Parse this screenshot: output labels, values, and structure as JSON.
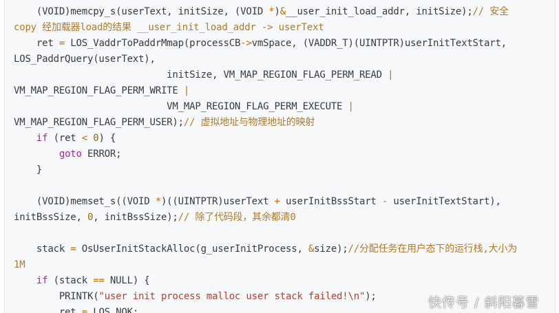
{
  "code": {
    "lines": [
      [
        [
          "    (VOID)memcpy_s(userText, initSize, (VOID ",
          ""
        ],
        [
          "*",
          "op"
        ],
        [
          ")",
          ""
        ],
        [
          "&",
          "op"
        ],
        [
          "__user_init_load_addr, initSize);",
          ""
        ],
        [
          "// 安全",
          "cmt"
        ]
      ],
      [
        [
          "copy 经加载器load的结果 __user_init_load_addr -> userText",
          "cmt"
        ]
      ],
      [
        [
          "    ret ",
          ""
        ],
        [
          "=",
          "op"
        ],
        [
          " LOS_VaddrToPaddrMmap(processCB",
          ""
        ],
        [
          "->",
          "op"
        ],
        [
          "vmSpace, (VADDR_T)(UINTPTR)userInitTextStart,",
          ""
        ]
      ],
      [
        [
          "LOS_PaddrQuery(userText),",
          ""
        ]
      ],
      [
        [
          "                           initSize, VM_MAP_REGION_FLAG_PERM_READ ",
          ""
        ],
        [
          "|",
          "op"
        ]
      ],
      [
        [
          "VM_MAP_REGION_FLAG_PERM_WRITE ",
          ""
        ],
        [
          "|",
          "op"
        ]
      ],
      [
        [
          "                           VM_MAP_REGION_FLAG_PERM_EXECUTE ",
          ""
        ],
        [
          "|",
          "op"
        ]
      ],
      [
        [
          "VM_MAP_REGION_FLAG_PERM_USER);",
          ""
        ],
        [
          "// 虚拟地址与物理地址的映射",
          "cmt"
        ]
      ],
      [
        [
          "    ",
          ""
        ],
        [
          "if",
          "kw"
        ],
        [
          " (ret ",
          ""
        ],
        [
          "<",
          "op"
        ],
        [
          " ",
          ""
        ],
        [
          "0",
          "num"
        ],
        [
          ") {",
          ""
        ]
      ],
      [
        [
          "        ",
          ""
        ],
        [
          "goto",
          "kw"
        ],
        [
          " ERROR;",
          ""
        ]
      ],
      [
        [
          "    }",
          ""
        ]
      ],
      [
        [
          "",
          ""
        ]
      ],
      [
        [
          "    (VOID)memset_s((VOID ",
          ""
        ],
        [
          "*",
          "op"
        ],
        [
          ")((UINTPTR)userText ",
          ""
        ],
        [
          "+",
          "op"
        ],
        [
          " userInitBssStart ",
          ""
        ],
        [
          "-",
          "op"
        ],
        [
          " userInitTextStart),",
          ""
        ]
      ],
      [
        [
          "initBssSize, ",
          ""
        ],
        [
          "0",
          "num"
        ],
        [
          ", initBssSize);",
          ""
        ],
        [
          "// 除了代码段，其余都清0",
          "cmt"
        ]
      ],
      [
        [
          "",
          ""
        ]
      ],
      [
        [
          "    stack ",
          ""
        ],
        [
          "=",
          "op"
        ],
        [
          " OsUserInitStackAlloc(g_userInitProcess, ",
          ""
        ],
        [
          "&",
          "op"
        ],
        [
          "size);",
          ""
        ],
        [
          "//分配任务在用户态下的运行栈,大小为",
          "cmt"
        ]
      ],
      [
        [
          "1M",
          "cmt"
        ]
      ],
      [
        [
          "    ",
          ""
        ],
        [
          "if",
          "kw"
        ],
        [
          " (stack ",
          ""
        ],
        [
          "==",
          "op"
        ],
        [
          " NULL) {",
          ""
        ]
      ],
      [
        [
          "        PRINTK(",
          ""
        ],
        [
          "\"user init process malloc user stack failed!\\n\"",
          "str"
        ],
        [
          ");",
          ""
        ]
      ],
      [
        [
          "        ret ",
          ""
        ],
        [
          "=",
          "op"
        ],
        [
          " LOS_NOK;",
          ""
        ]
      ]
    ]
  },
  "watermark": {
    "text": "快传号 / 斜阳暮雪"
  }
}
